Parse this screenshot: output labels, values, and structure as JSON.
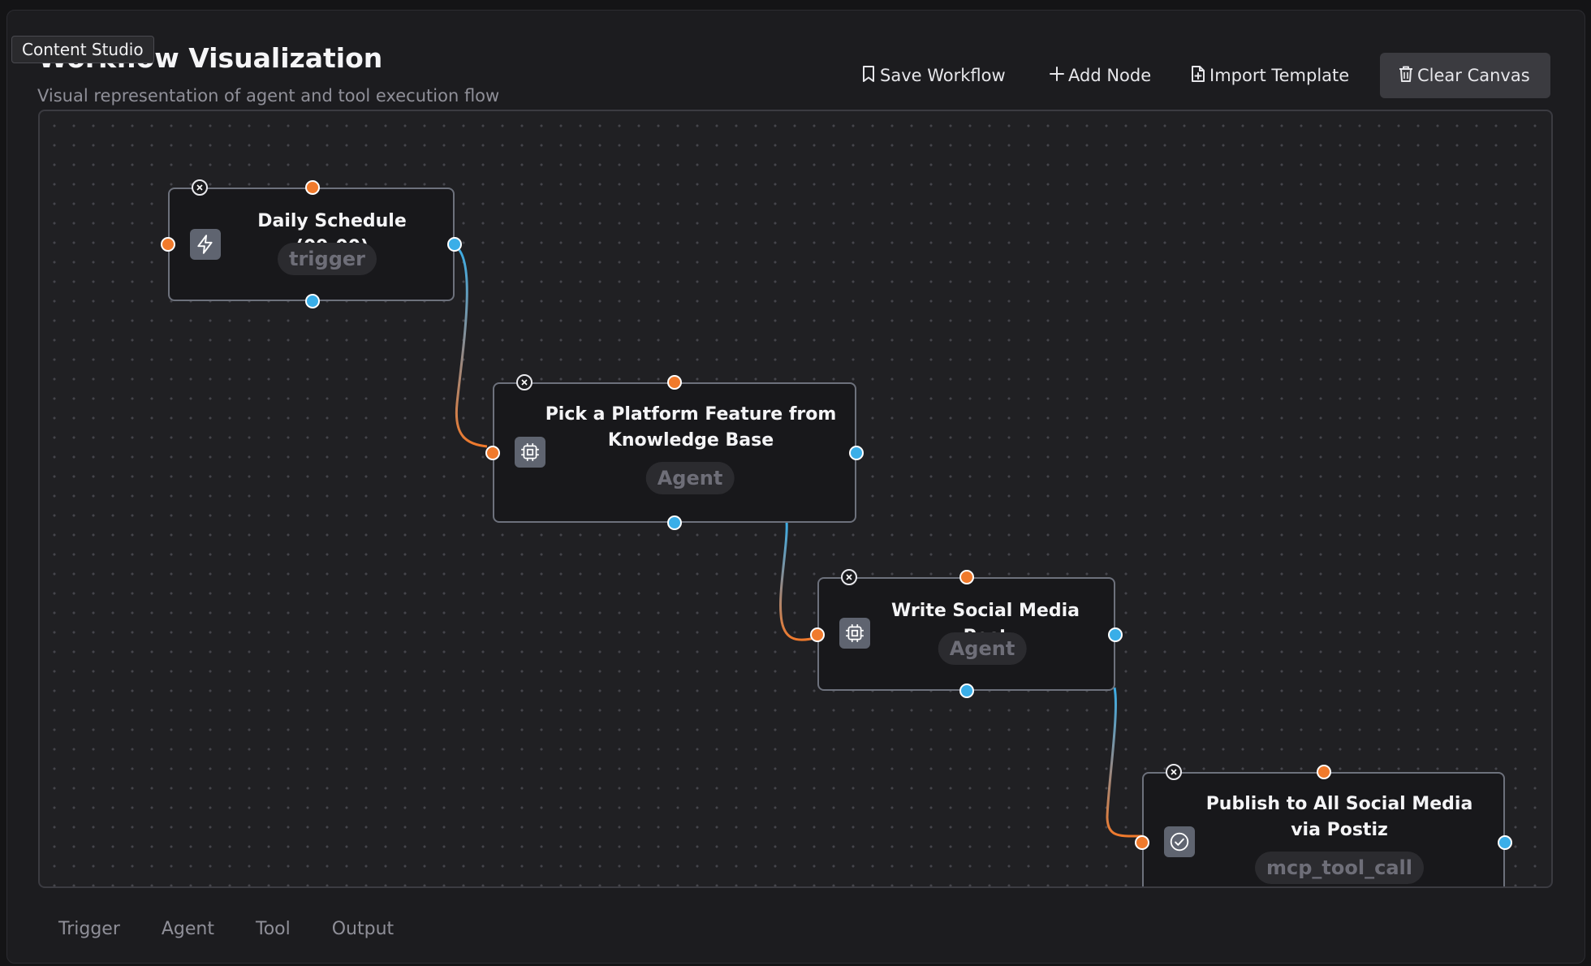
{
  "app": {
    "tooltip": "Content Studio"
  },
  "header": {
    "title": "Workflow Visualization",
    "subtitle": "Visual representation of agent and tool execution flow"
  },
  "toolbar": {
    "save_label": "Save Workflow",
    "add_label": "Add Node",
    "import_label": "Import Template",
    "clear_label": "Clear Canvas"
  },
  "colors": {
    "input_port": "#f07a2c",
    "output_port": "#3aaee8",
    "node_border": "#6d717c",
    "background": "#1c1c1f"
  },
  "nodes": [
    {
      "title": "Daily Schedule (09:00)",
      "type": "trigger",
      "icon": "lightning-icon"
    },
    {
      "title": "Pick a Platform Feature from Knowledge Base",
      "type": "Agent",
      "icon": "cpu-chip-icon"
    },
    {
      "title": "Write Social Media Post",
      "type": "Agent",
      "icon": "cpu-chip-icon"
    },
    {
      "title": "Publish to All Social Media via Postiz",
      "type": "mcp_tool_call",
      "icon": "check-circle-icon"
    }
  ],
  "legend": {
    "items": [
      "Trigger",
      "Agent",
      "Tool",
      "Output"
    ]
  }
}
